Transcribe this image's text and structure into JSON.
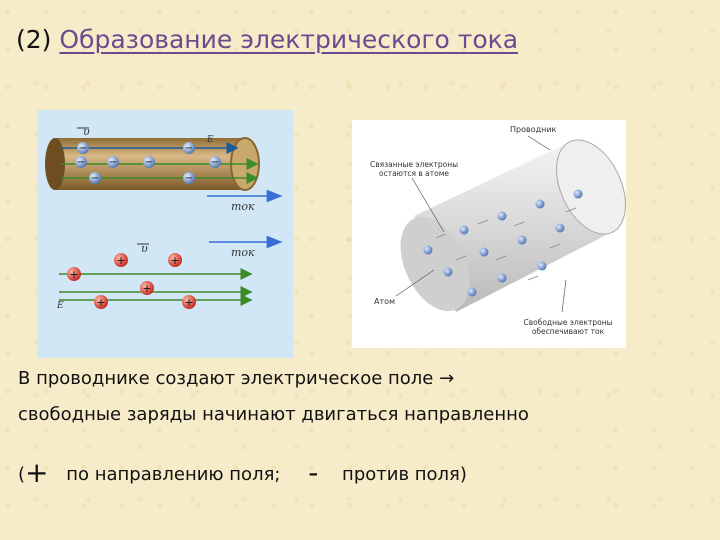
{
  "title": {
    "number": "(2)",
    "text": "Образование электрического тока"
  },
  "left_figure": {
    "label_v_top": "υ",
    "label_e_top": "E",
    "label_tok_top": "ток",
    "label_v_bottom": "υ",
    "label_tok_bottom": "ток",
    "label_e_bottom": "E",
    "electron_sign": "−",
    "ion_sign": "+"
  },
  "right_figure": {
    "label_conductor": "Проводник",
    "label_bound": "Связанные электроны остаются в атоме",
    "label_atom": "Атом",
    "label_free": "Свободные электроны обеспечивают ток"
  },
  "body": {
    "line1": "В проводнике создают электрическое поле →",
    "line2": "свободные заряды начинают двигаться направленно",
    "line3": {
      "open_paren": "(",
      "plus_sign": "+",
      "plus_text": "по направлению поля;",
      "minus_sign": "-",
      "minus_text": "против поля)"
    }
  },
  "colors": {
    "title_accent": "#6b4a8f",
    "left_panel_bg": "#d2e7f6",
    "cylinder": "#a8844c",
    "electron": "#6a8fc4",
    "positive_charge": "#d83a2e",
    "field_arrow": "#3c8a2a",
    "current_arrow": "#3a6fd8"
  }
}
